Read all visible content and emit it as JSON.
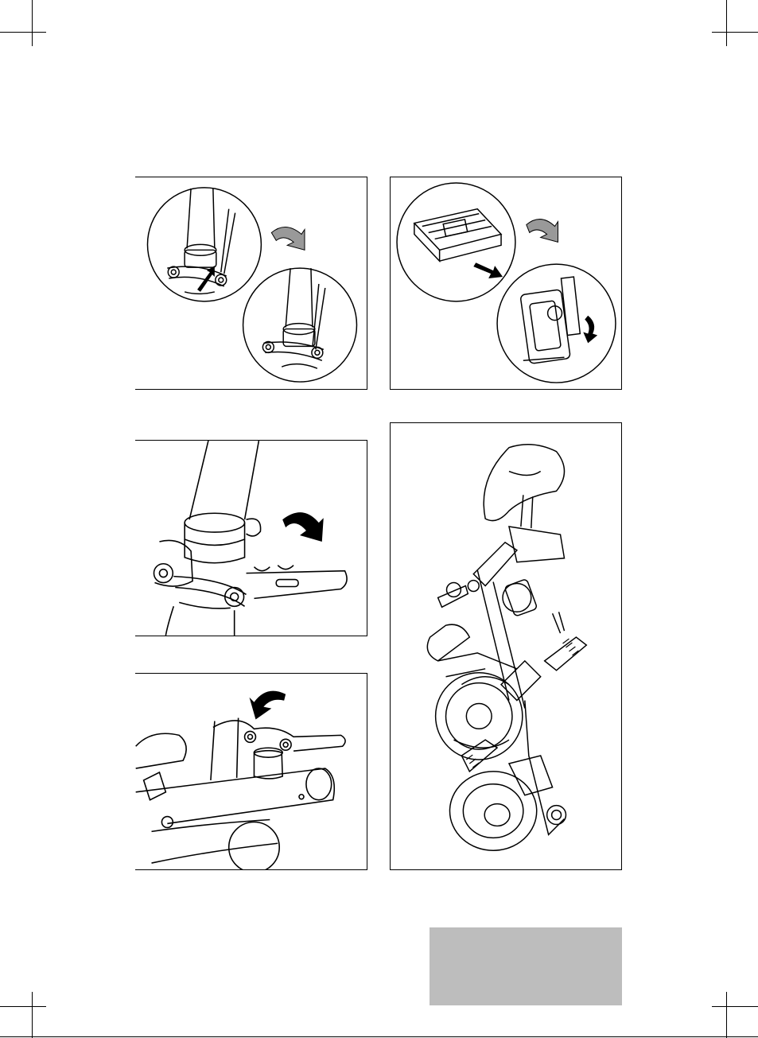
{
  "page": {
    "background": "#ffffff",
    "line_color": "#000000",
    "grey_box_color": "#bdbdbd"
  },
  "panels": [
    {
      "id": "panel-1",
      "description_icon": "seatpost-clamp-release-illustration"
    },
    {
      "id": "panel-2",
      "description_icon": "pedal-fold-illustration"
    },
    {
      "id": "panel-3",
      "description_icon": "stem-clamp-open-illustration"
    },
    {
      "id": "panel-4",
      "description_icon": "handlebar-fold-illustration"
    },
    {
      "id": "panel-5",
      "description_icon": "folded-bike-illustration"
    }
  ]
}
